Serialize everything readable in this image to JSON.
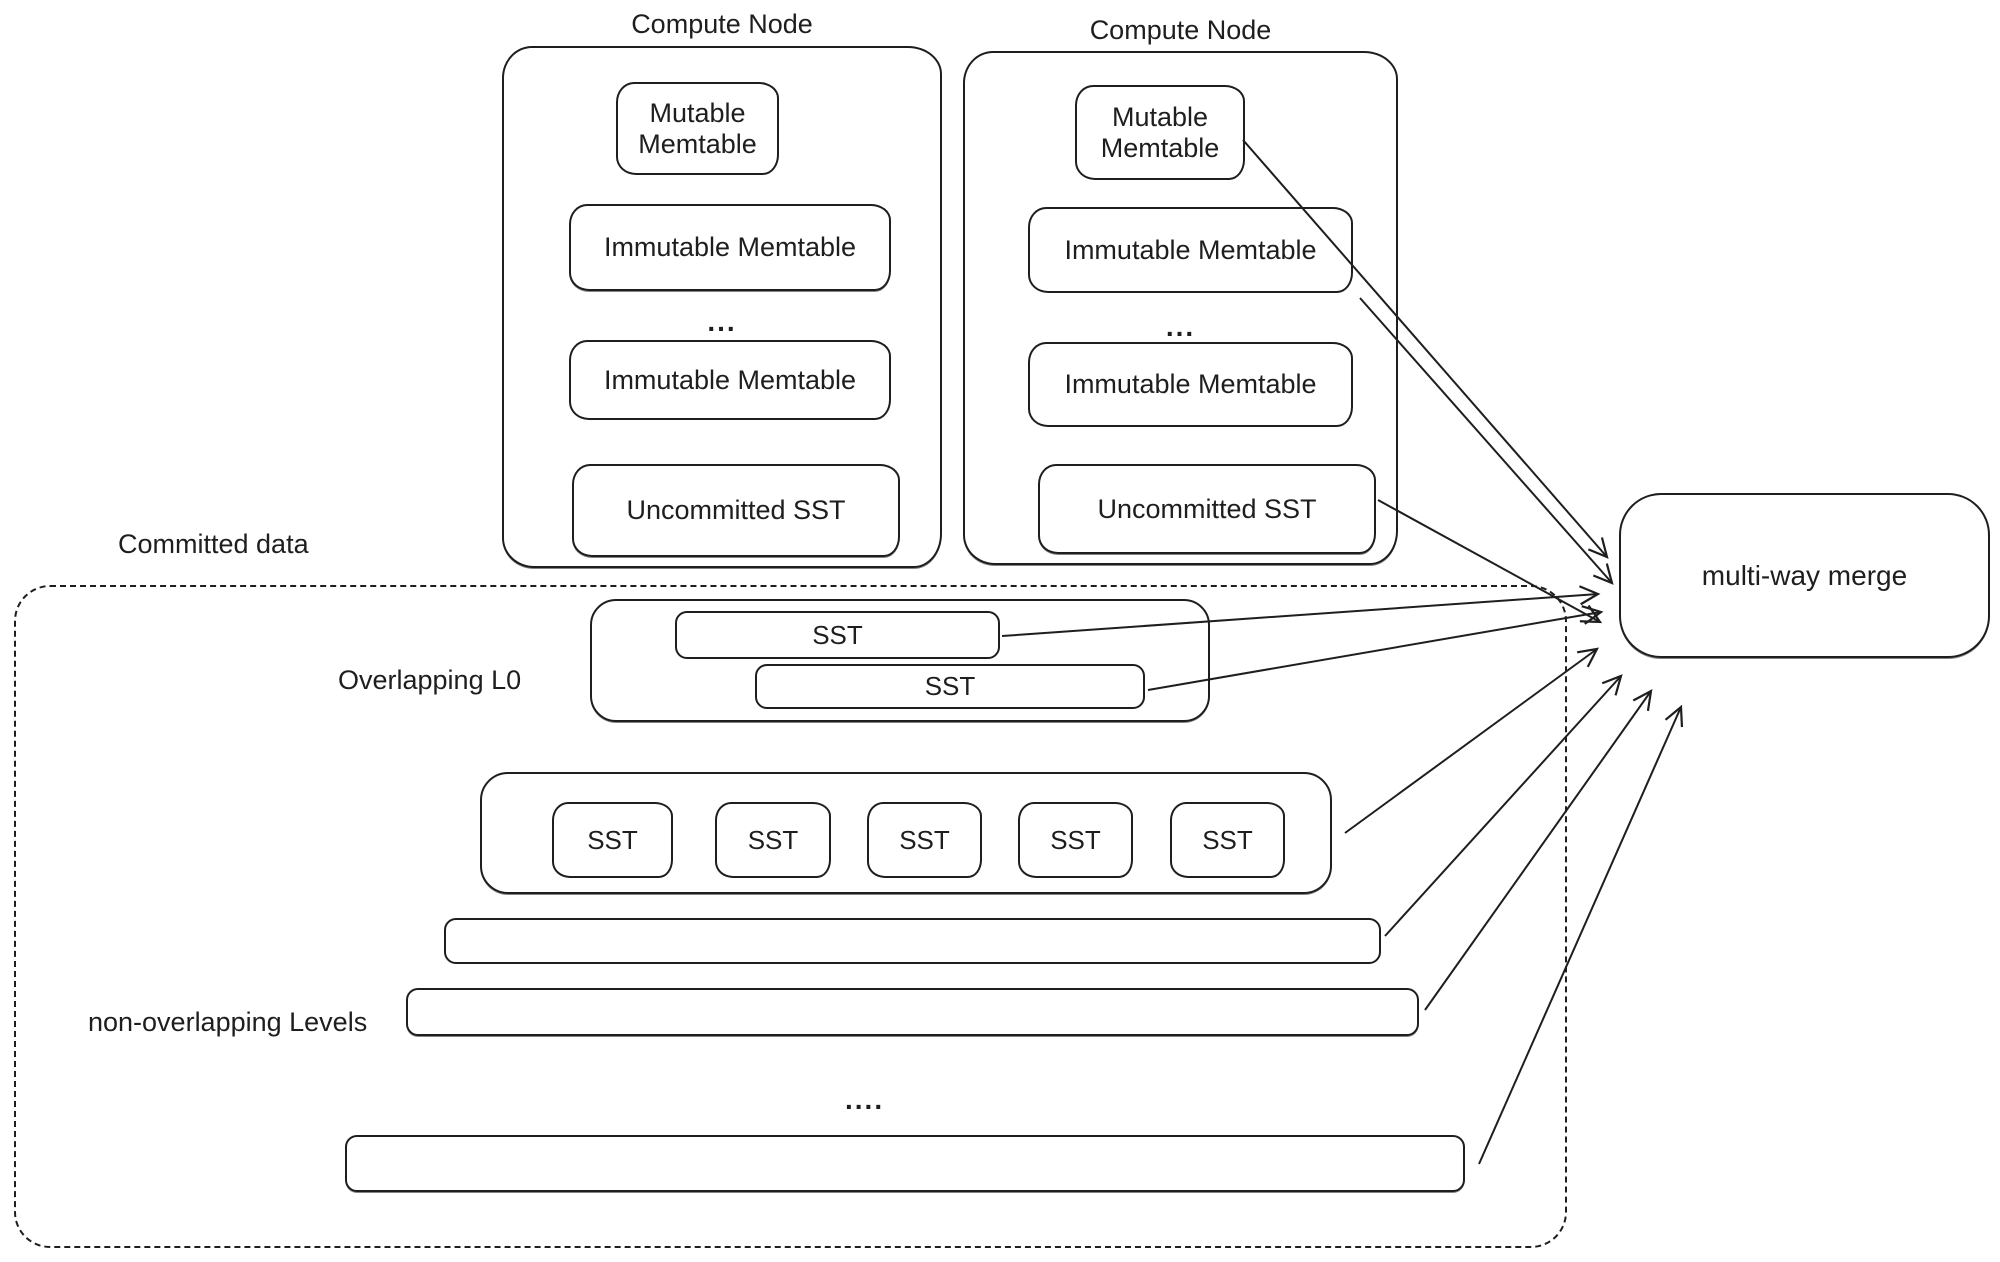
{
  "diagram": {
    "background_color": "#ffffff",
    "stroke_color": "#1e1e1e",
    "compute_nodes": [
      {
        "title": "Compute Node",
        "mutable_memtable": "Mutable Memtable",
        "immutable_memtable_1": "Immutable Memtable",
        "ellipsis": "...",
        "immutable_memtable_2": "Immutable Memtable",
        "uncommitted_sst": "Uncommitted SST"
      },
      {
        "title": "Compute Node",
        "mutable_memtable": "Mutable Memtable",
        "immutable_memtable_1": "Immutable Memtable",
        "ellipsis": "...",
        "immutable_memtable_2": "Immutable Memtable",
        "uncommitted_sst": "Uncommitted SST"
      }
    ],
    "committed_region": {
      "label": "Committed data",
      "overlapping_l0": {
        "label": "Overlapping L0",
        "ssts": [
          "SST",
          "SST"
        ]
      },
      "l1_sst_row": {
        "ssts": [
          "SST",
          "SST",
          "SST",
          "SST",
          "SST"
        ]
      },
      "non_overlapping_label": "non-overlapping Levels",
      "levels_ellipsis": "....",
      "level_bar_count": 3
    },
    "merge_box": {
      "label": "multi-way merge"
    },
    "arrow_count": 9
  }
}
